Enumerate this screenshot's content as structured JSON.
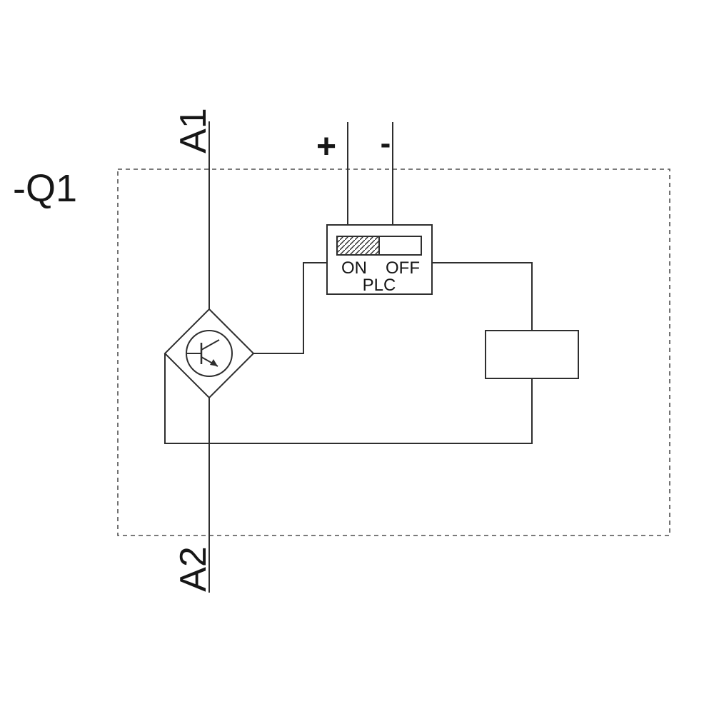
{
  "colors": {
    "line": "#2e2e2e",
    "text": "#161616",
    "boundary": "#4f4f4f",
    "background": "#ffffff"
  },
  "schematic": {
    "device_label": "-Q1",
    "terminals": {
      "top": "A1",
      "bottom": "A2"
    },
    "supply": {
      "plus": "+",
      "minus": "-"
    },
    "plc_switch": {
      "on": "ON",
      "off": "OFF",
      "label": "PLC"
    }
  }
}
